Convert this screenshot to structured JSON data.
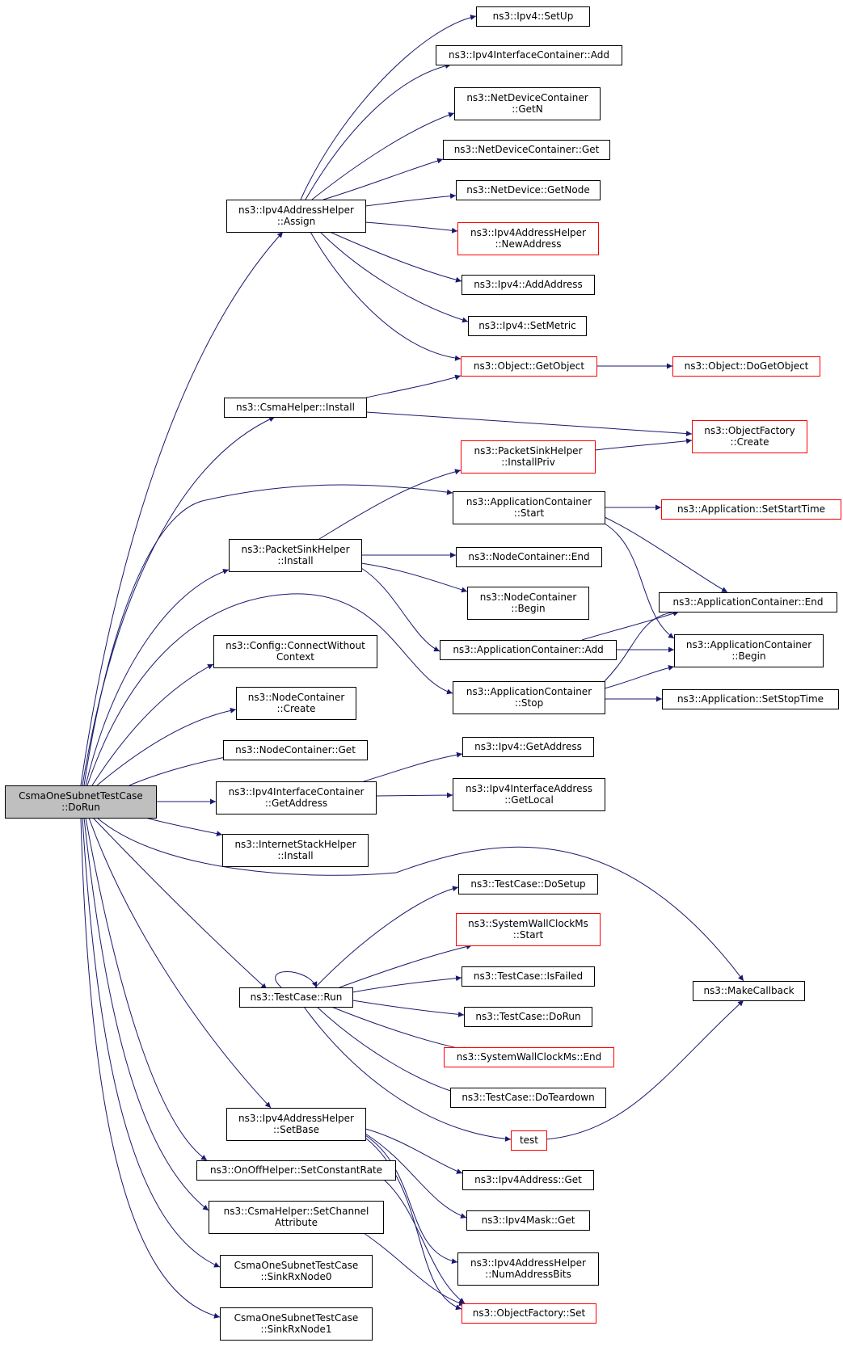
{
  "colors": {
    "edge": "#191970",
    "node_border": "#000000",
    "node_border_truncated": "#ff0000",
    "root_fill": "#bfbfbf"
  },
  "nodes": {
    "root": [
      "CsmaOneSubnetTestCase",
      "::DoRun"
    ],
    "ipv4_setup": [
      "ns3::Ipv4::SetUp"
    ],
    "ipv4ic_add": [
      "ns3::Ipv4InterfaceContainer::Add"
    ],
    "ndc_getn": [
      "ns3::NetDeviceContainer",
      "::GetN"
    ],
    "ndc_get": [
      "ns3::NetDeviceContainer::Get"
    ],
    "nd_getnode": [
      "ns3::NetDevice::GetNode"
    ],
    "ah_assign": [
      "ns3::Ipv4AddressHelper",
      "::Assign"
    ],
    "ah_newaddress": [
      "ns3::Ipv4AddressHelper",
      "::NewAddress"
    ],
    "ipv4_addaddress": [
      "ns3::Ipv4::AddAddress"
    ],
    "ipv4_setmetric": [
      "ns3::Ipv4::SetMetric"
    ],
    "obj_getobject": [
      "ns3::Object::GetObject"
    ],
    "obj_dogetobject": [
      "ns3::Object::DoGetObject"
    ],
    "csma_install": [
      "ns3::CsmaHelper::Install"
    ],
    "of_create": [
      "ns3::ObjectFactory",
      "::Create"
    ],
    "psh_installpriv": [
      "ns3::PacketSinkHelper",
      "::InstallPriv"
    ],
    "ac_start": [
      "ns3::ApplicationContainer",
      "::Start"
    ],
    "app_setstarttime": [
      "ns3::Application::SetStartTime"
    ],
    "psh_install": [
      "ns3::PacketSinkHelper",
      "::Install"
    ],
    "nc_end": [
      "ns3::NodeContainer::End"
    ],
    "nc_begin": [
      "ns3::NodeContainer",
      "::Begin"
    ],
    "ac_end": [
      "ns3::ApplicationContainer::End"
    ],
    "config_connect": [
      "ns3::Config::ConnectWithout",
      "Context"
    ],
    "ac_add": [
      "ns3::ApplicationContainer::Add"
    ],
    "ac_begin": [
      "ns3::ApplicationContainer",
      "::Begin"
    ],
    "nc_create": [
      "ns3::NodeContainer",
      "::Create"
    ],
    "ac_stop": [
      "ns3::ApplicationContainer",
      "::Stop"
    ],
    "app_setstoptime": [
      "ns3::Application::SetStopTime"
    ],
    "nc_get": [
      "ns3::NodeContainer::Get"
    ],
    "ipv4_getaddress": [
      "ns3::Ipv4::GetAddress"
    ],
    "ipv4ic_getaddress": [
      "ns3::Ipv4InterfaceContainer",
      "::GetAddress"
    ],
    "ipv4ia_getlocal": [
      "ns3::Ipv4InterfaceAddress",
      "::GetLocal"
    ],
    "ish_install": [
      "ns3::InternetStackHelper",
      "::Install"
    ],
    "tc_dosetup": [
      "ns3::TestCase::DoSetup"
    ],
    "swc_start": [
      "ns3::SystemWallClockMs",
      "::Start"
    ],
    "tc_isfailed": [
      "ns3::TestCase::IsFailed"
    ],
    "tc_run": [
      "ns3::TestCase::Run"
    ],
    "make_callback": [
      "ns3::MakeCallback"
    ],
    "tc_dorun": [
      "ns3::TestCase::DoRun"
    ],
    "swc_end": [
      "ns3::SystemWallClockMs::End"
    ],
    "tc_doteardown": [
      "ns3::TestCase::DoTeardown"
    ],
    "ah_setbase": [
      "ns3::Ipv4AddressHelper",
      "::SetBase"
    ],
    "test": [
      "test"
    ],
    "onoff_setconstantrate": [
      "ns3::OnOffHelper::SetConstantRate"
    ],
    "ipv4address_get": [
      "ns3::Ipv4Address::Get"
    ],
    "csma_setchannel": [
      "ns3::CsmaHelper::SetChannel",
      "Attribute"
    ],
    "ipv4mask_get": [
      "ns3::Ipv4Mask::Get"
    ],
    "sink_rx0": [
      "CsmaOneSubnetTestCase",
      "::SinkRxNode0"
    ],
    "ah_numaddressbits": [
      "ns3::Ipv4AddressHelper",
      "::NumAddressBits"
    ],
    "of_set": [
      "ns3::ObjectFactory::Set"
    ],
    "sink_rx1": [
      "CsmaOneSubnetTestCase",
      "::SinkRxNode1"
    ]
  }
}
